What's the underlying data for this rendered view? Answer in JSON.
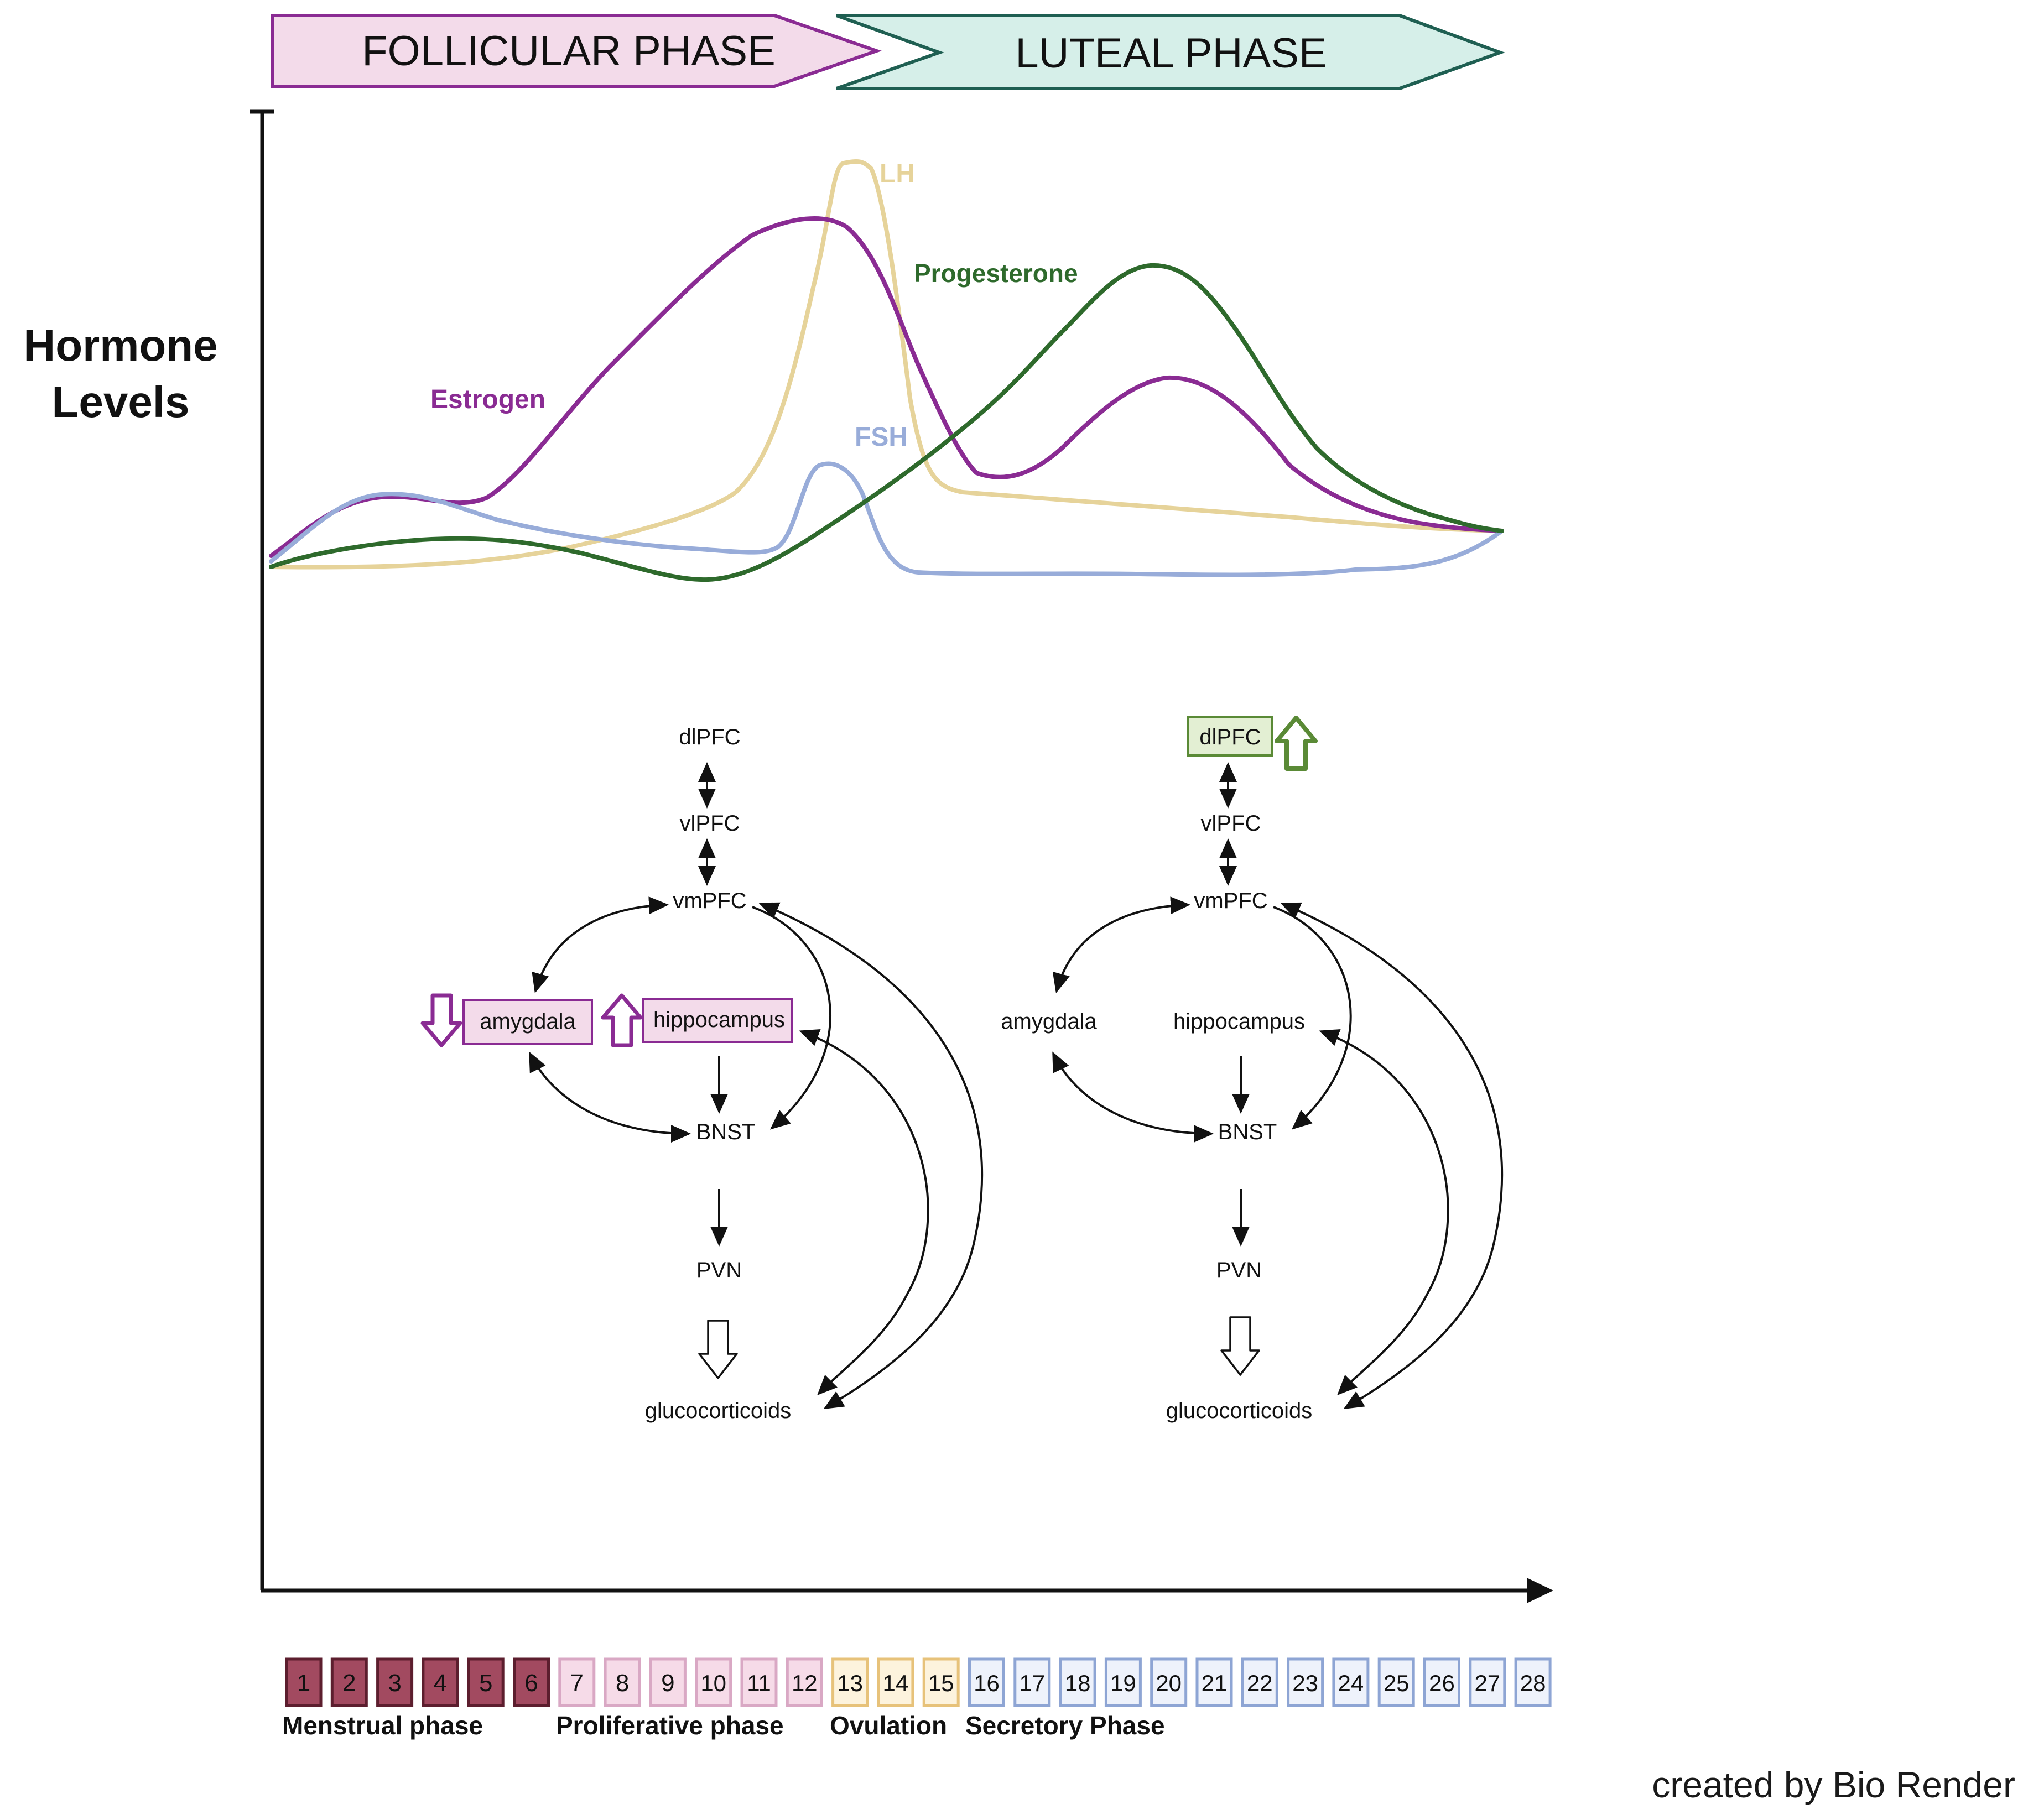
{
  "phases": {
    "follicular": "FOLLICULAR PHASE",
    "luteal": "LUTEAL PHASE"
  },
  "y_axis_label": [
    "Hormone",
    "Levels"
  ],
  "hormones": {
    "estrogen": "Estrogen",
    "lh": "LH",
    "fsh": "FSH",
    "progesterone": "Progesterone"
  },
  "colors": {
    "estrogen": "#8a2b93",
    "lh": "#e6d39a",
    "fsh": "#98acd9",
    "progesterone": "#2e6a2c",
    "follicular_fill": "#f3dbea",
    "follicular_stroke": "#8a2b93",
    "luteal_fill": "#d6efe9",
    "luteal_stroke": "#1f5f52",
    "highlight_green_fill": "#e3efd3",
    "highlight_green_stroke": "#5a8a36",
    "highlight_purple_fill": "#f3dbea",
    "highlight_purple_stroke": "#8a2b93",
    "menstrual_fill": "#a24a60",
    "menstrual_stroke": "#5c1e2e",
    "proliferative_fill": "#f6dbe8",
    "proliferative_stroke": "#d9a8c4",
    "ovulation_fill": "#fdf3dd",
    "ovulation_stroke": "#e7c27a",
    "secretory_fill": "#eef2fb",
    "secretory_stroke": "#8ea5d4"
  },
  "regions": {
    "dlpfc": "dlPFC",
    "vlpfc": "vlPFC",
    "vmpfc": "vmPFC",
    "amygdala": "amygdala",
    "hippocampus": "hippocampus",
    "bnst": "BNST",
    "pvn": "PVN",
    "glucocorticoids": "glucocorticoids"
  },
  "days": [
    "1",
    "2",
    "3",
    "4",
    "5",
    "6",
    "7",
    "8",
    "9",
    "10",
    "11",
    "12",
    "13",
    "14",
    "15",
    "16",
    "17",
    "18",
    "19",
    "20",
    "21",
    "22",
    "23",
    "24",
    "25",
    "26",
    "27",
    "28"
  ],
  "day_phase": [
    "menstrual",
    "menstrual",
    "menstrual",
    "menstrual",
    "menstrual",
    "menstrual",
    "proliferative",
    "proliferative",
    "proliferative",
    "proliferative",
    "proliferative",
    "proliferative",
    "ovulation",
    "ovulation",
    "ovulation",
    "secretory",
    "secretory",
    "secretory",
    "secretory",
    "secretory",
    "secretory",
    "secretory",
    "secretory",
    "secretory",
    "secretory",
    "secretory",
    "secretory",
    "secretory"
  ],
  "cycle_phases": {
    "menstrual": "Menstrual phase",
    "proliferative": "Proliferative phase",
    "ovulation": "Ovulation",
    "secretory": "Secretory Phase"
  },
  "credit": "created by Bio Render"
}
